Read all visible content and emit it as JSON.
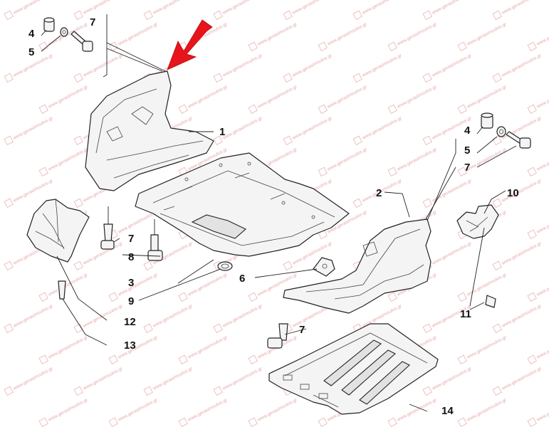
{
  "diagram": {
    "callouts": [
      {
        "id": "c1",
        "label": "1"
      },
      {
        "id": "c2",
        "label": "2"
      },
      {
        "id": "c3",
        "label": "3"
      },
      {
        "id": "c4a",
        "label": "4"
      },
      {
        "id": "c5a",
        "label": "5"
      },
      {
        "id": "c7a",
        "label": "7"
      },
      {
        "id": "c4b",
        "label": "4"
      },
      {
        "id": "c5b",
        "label": "5"
      },
      {
        "id": "c7b",
        "label": "7"
      },
      {
        "id": "c7c",
        "label": "7"
      },
      {
        "id": "c8",
        "label": "8"
      },
      {
        "id": "c9",
        "label": "9"
      },
      {
        "id": "c6",
        "label": "6"
      },
      {
        "id": "c7d",
        "label": "7"
      },
      {
        "id": "c10",
        "label": "10"
      },
      {
        "id": "c11",
        "label": "11"
      },
      {
        "id": "c12",
        "label": "12"
      },
      {
        "id": "c13",
        "label": "13"
      },
      {
        "id": "c14",
        "label": "14"
      }
    ],
    "highlight_arrow_color": "#e8141c",
    "watermark_text": "www.gerasimoulos.gr"
  }
}
